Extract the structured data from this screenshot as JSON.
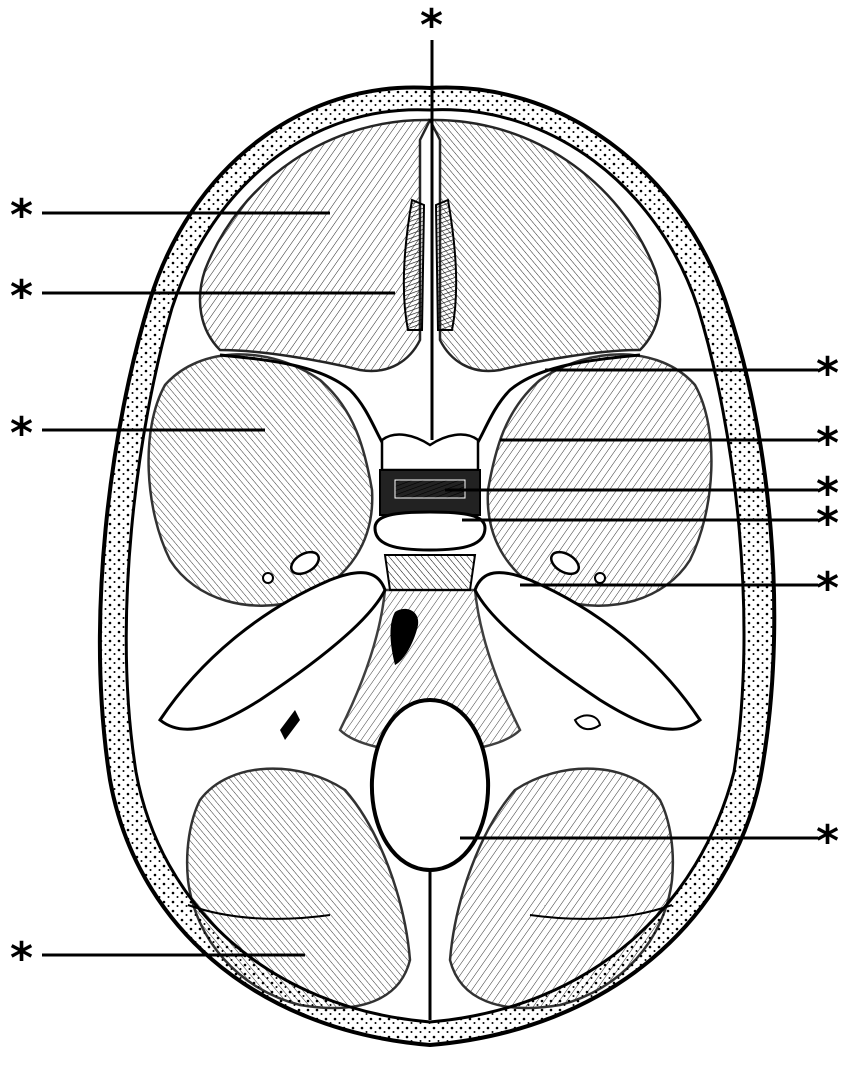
{
  "figure": {
    "subject": "skull base, interior (superior) view",
    "ink_color": "#000000",
    "paper_color": "#ffffff"
  },
  "markers": [
    {
      "id": "top",
      "text": "*"
    },
    {
      "id": "left-1",
      "text": "*"
    },
    {
      "id": "left-2",
      "text": "*"
    },
    {
      "id": "left-3",
      "text": "*"
    },
    {
      "id": "left-4",
      "text": "*"
    },
    {
      "id": "right-1",
      "text": "*"
    },
    {
      "id": "right-2",
      "text": "*"
    },
    {
      "id": "right-3",
      "text": "*"
    },
    {
      "id": "right-4",
      "text": "*"
    },
    {
      "id": "right-5",
      "text": "*"
    },
    {
      "id": "right-6",
      "text": "*"
    }
  ]
}
